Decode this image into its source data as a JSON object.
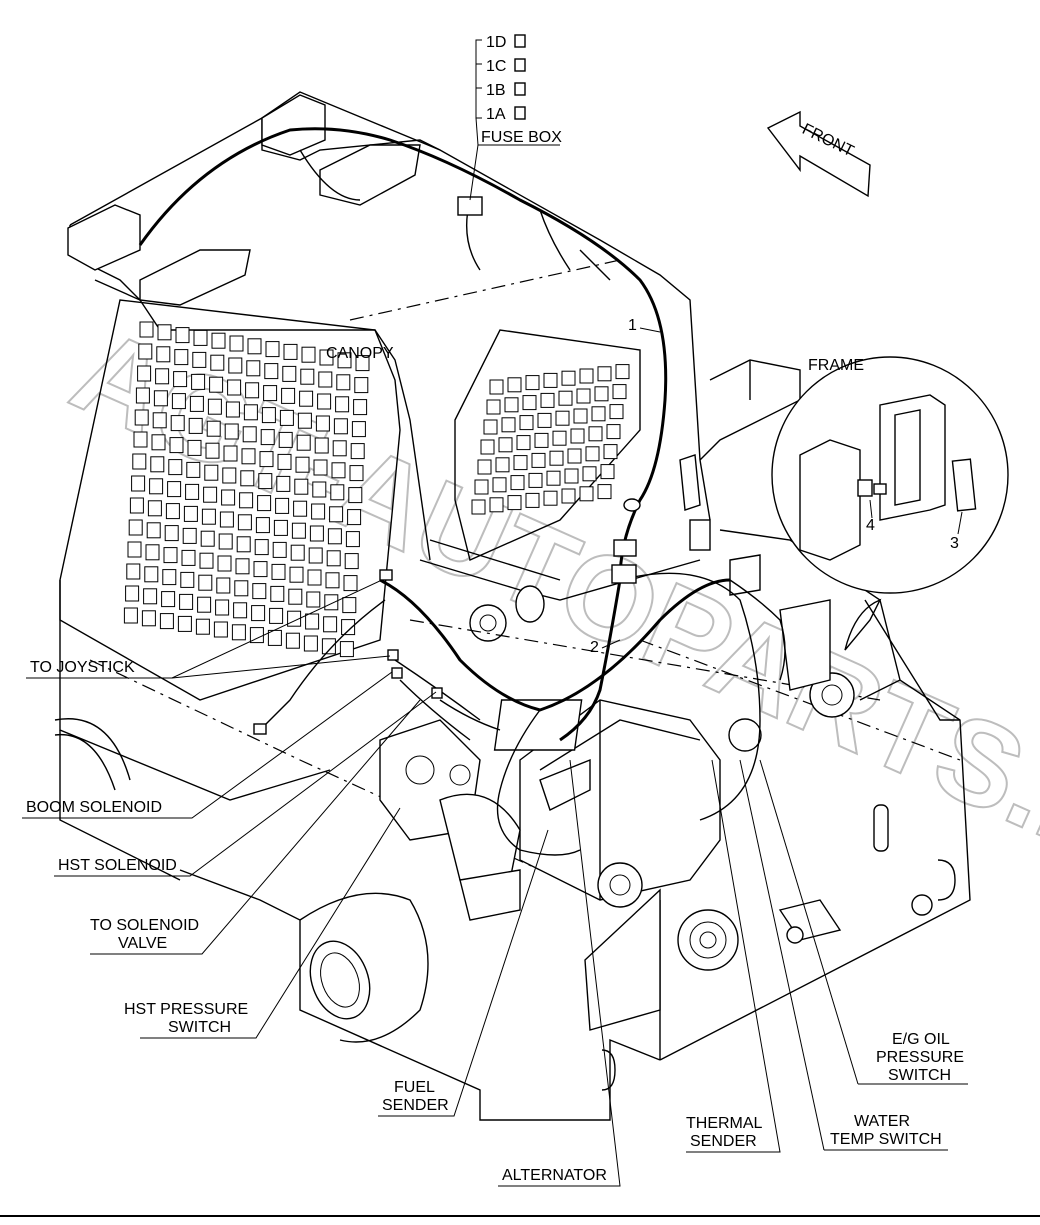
{
  "watermark": "AGT-AUTOPARTS.RU",
  "labels": {
    "fuse_1d": "1D",
    "fuse_1c": "1C",
    "fuse_1b": "1B",
    "fuse_1a": "1A",
    "fuse_box": "FUSE BOX",
    "front": "FRONT",
    "canopy": "CANOPY",
    "frame": "FRAME",
    "callout_1": "1",
    "callout_2": "2",
    "callout_3": "3",
    "callout_4": "4",
    "to_joystick": "TO JOYSTICK",
    "boom_solenoid": "BOOM SOLENOID",
    "hst_solenoid": "HST SOLENOID",
    "to_solenoid_valve_1": "TO SOLENOID",
    "to_solenoid_valve_2": "VALVE",
    "hst_pressure_switch_1": "HST PRESSURE",
    "hst_pressure_switch_2": "SWITCH",
    "fuel_sender_1": "FUEL",
    "fuel_sender_2": "SENDER",
    "alternator": "ALTERNATOR",
    "thermal_sender_1": "THERMAL",
    "thermal_sender_2": "SENDER",
    "water_temp_switch_1": "WATER",
    "water_temp_switch_2": "TEMP SWITCH",
    "eg_oil_pressure_switch_1": "E/G OIL",
    "eg_oil_pressure_switch_2": "PRESSURE",
    "eg_oil_pressure_switch_3": "SWITCH"
  }
}
